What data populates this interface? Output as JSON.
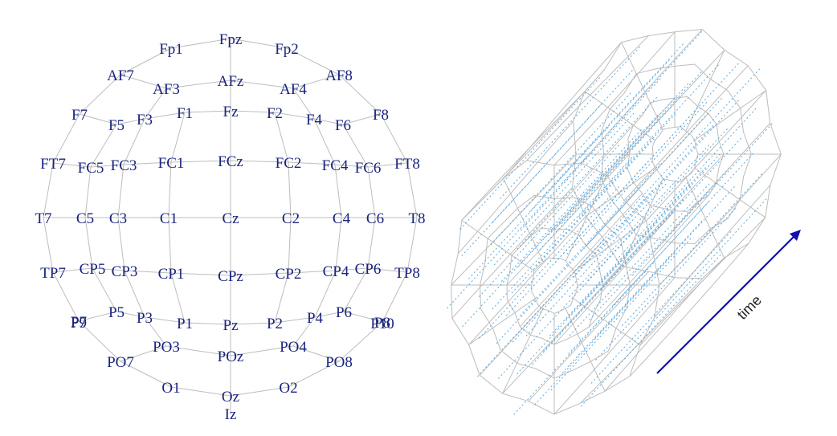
{
  "colors": {
    "background": "#ffffff",
    "electrode_label": "#1a237e",
    "grid_line": "#bdbdbd",
    "mesh_line": "#bdbdbd",
    "time_line": "#5fa8dc",
    "time_arrow": "#1010b0"
  },
  "electrodes": [
    {
      "id": "Fpz",
      "label": "Fpz"
    },
    {
      "id": "Fp1",
      "label": "Fp1"
    },
    {
      "id": "Fp2",
      "label": "Fp2"
    },
    {
      "id": "AF7",
      "label": "AF7"
    },
    {
      "id": "AF3",
      "label": "AF3"
    },
    {
      "id": "AFz",
      "label": "AFz"
    },
    {
      "id": "AF4",
      "label": "AF4"
    },
    {
      "id": "AF8",
      "label": "AF8"
    },
    {
      "id": "F7",
      "label": "F7"
    },
    {
      "id": "F5",
      "label": "F5"
    },
    {
      "id": "F3",
      "label": "F3"
    },
    {
      "id": "F1",
      "label": "F1"
    },
    {
      "id": "Fz",
      "label": "Fz"
    },
    {
      "id": "F2",
      "label": "F2"
    },
    {
      "id": "F4",
      "label": "F4"
    },
    {
      "id": "F6",
      "label": "F6"
    },
    {
      "id": "F8",
      "label": "F8"
    },
    {
      "id": "FT7",
      "label": "FT7"
    },
    {
      "id": "FC5",
      "label": "FC5"
    },
    {
      "id": "FC3",
      "label": "FC3"
    },
    {
      "id": "FC1",
      "label": "FC1"
    },
    {
      "id": "FCz",
      "label": "FCz"
    },
    {
      "id": "FC2",
      "label": "FC2"
    },
    {
      "id": "FC4",
      "label": "FC4"
    },
    {
      "id": "FC6",
      "label": "FC6"
    },
    {
      "id": "FT8",
      "label": "FT8"
    },
    {
      "id": "T7",
      "label": "T7"
    },
    {
      "id": "C5",
      "label": "C5"
    },
    {
      "id": "C3",
      "label": "C3"
    },
    {
      "id": "C1",
      "label": "C1"
    },
    {
      "id": "Cz",
      "label": "Cz"
    },
    {
      "id": "C2",
      "label": "C2"
    },
    {
      "id": "C4",
      "label": "C4"
    },
    {
      "id": "C6",
      "label": "C6"
    },
    {
      "id": "T8",
      "label": "T8"
    },
    {
      "id": "TP7",
      "label": "TP7"
    },
    {
      "id": "CP5",
      "label": "CP5"
    },
    {
      "id": "CP3",
      "label": "CP3"
    },
    {
      "id": "CP1",
      "label": "CP1"
    },
    {
      "id": "CPz",
      "label": "CPz"
    },
    {
      "id": "CP2",
      "label": "CP2"
    },
    {
      "id": "CP4",
      "label": "CP4"
    },
    {
      "id": "CP6",
      "label": "CP6"
    },
    {
      "id": "TP8",
      "label": "TP8"
    },
    {
      "id": "P9",
      "label": "P9"
    },
    {
      "id": "P7",
      "label": "P7"
    },
    {
      "id": "P5",
      "label": "P5"
    },
    {
      "id": "P3",
      "label": "P3"
    },
    {
      "id": "P1",
      "label": "P1"
    },
    {
      "id": "Pz",
      "label": "Pz"
    },
    {
      "id": "P2",
      "label": "P2"
    },
    {
      "id": "P4",
      "label": "P4"
    },
    {
      "id": "P6",
      "label": "P6"
    },
    {
      "id": "P8",
      "label": "P8"
    },
    {
      "id": "P10",
      "label": "P10"
    },
    {
      "id": "PO7",
      "label": "PO7"
    },
    {
      "id": "PO3",
      "label": "PO3"
    },
    {
      "id": "POz",
      "label": "POz"
    },
    {
      "id": "PO4",
      "label": "PO4"
    },
    {
      "id": "PO8",
      "label": "PO8"
    },
    {
      "id": "O1",
      "label": "O1"
    },
    {
      "id": "Oz",
      "label": "Oz"
    },
    {
      "id": "O2",
      "label": "O2"
    },
    {
      "id": "Iz",
      "label": "Iz"
    }
  ],
  "time_axis": {
    "label": "time",
    "icon": "arrow-icon"
  }
}
